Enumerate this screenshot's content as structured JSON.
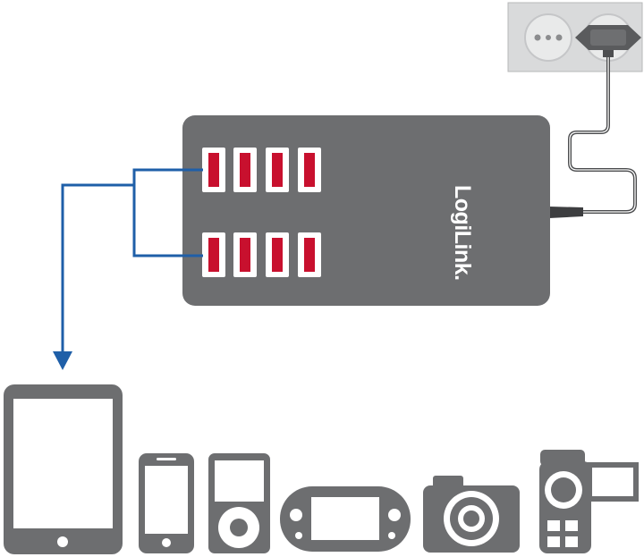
{
  "hub": {
    "brand": "LogiLink.",
    "port_rows": 2,
    "ports_per_row": 4,
    "body_color": "#6d6e70",
    "port_color": "#c8102e"
  },
  "wall_outlet": {
    "sockets": 2,
    "plugged_socket": 2
  },
  "connection_arrow_color": "#1f5fa8",
  "devices": [
    {
      "name": "tablet-icon"
    },
    {
      "name": "smartphone-icon"
    },
    {
      "name": "mp3-player-icon"
    },
    {
      "name": "handheld-console-icon"
    },
    {
      "name": "camera-icon"
    },
    {
      "name": "camcorder-icon"
    }
  ]
}
